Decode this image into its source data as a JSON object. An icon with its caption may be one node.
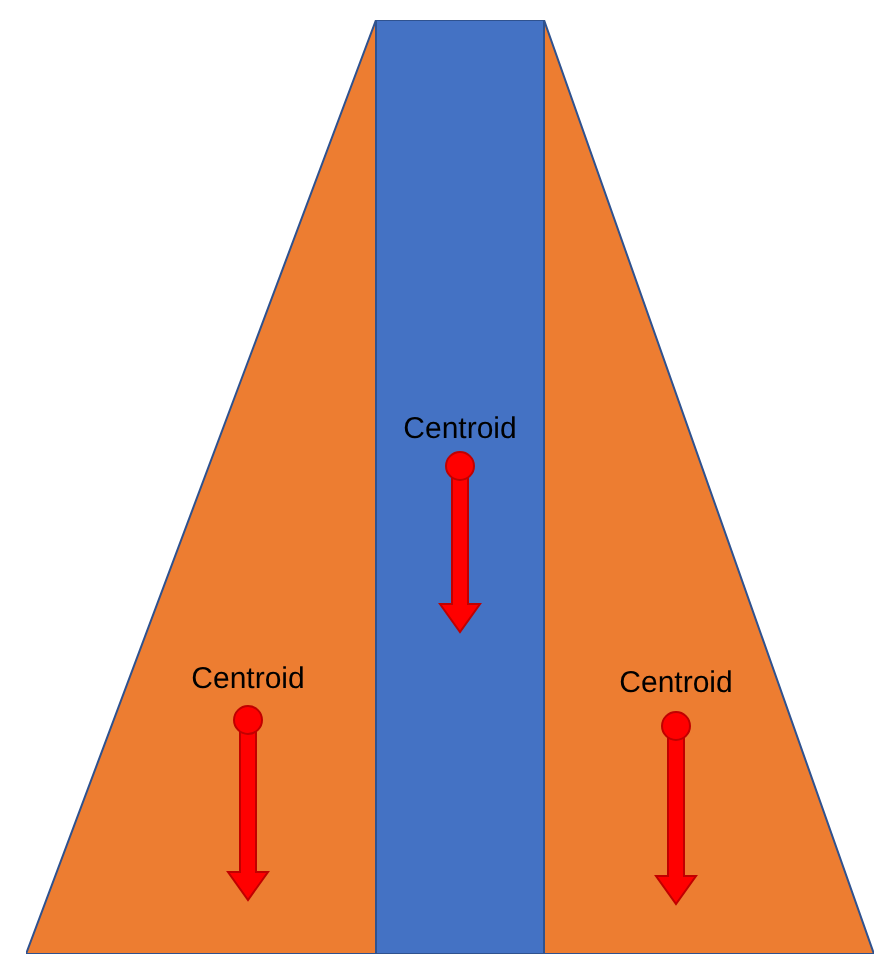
{
  "diagram": {
    "nodes": [
      {
        "text": [
          "Centroid"
        ]
      },
      {
        "text": [
          "Centroid"
        ]
      },
      {
        "text": [
          "Centroid"
        ]
      }
    ]
  }
}
